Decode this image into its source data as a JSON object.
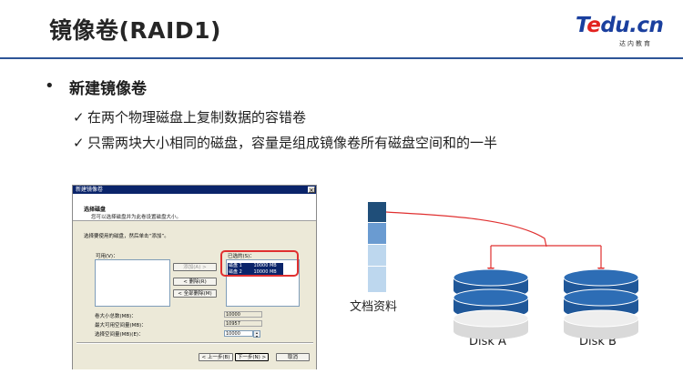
{
  "header": {
    "title": "镜像卷(RAID1)",
    "logo": {
      "word_prefix": "T",
      "word_accent": "e",
      "word_suffix": "du.cn",
      "subtitle": "达内教育"
    }
  },
  "content": {
    "bullet_marker": "•",
    "bullet": "新建镜像卷",
    "check_glyph": "✓",
    "points": [
      "在两个物理磁盘上复制数据的容错卷",
      "只需两块大小相同的磁盘，容量是组成镜像卷所有磁盘空间和的一半"
    ]
  },
  "dialog": {
    "title": "新建镜像卷",
    "close_glyph": "×",
    "heading": "选择磁盘",
    "subheading": "您可以选择磁盘并为此卷设置磁盘大小。",
    "instruction": "选择要使用的磁盘，然后单击“添加”。",
    "available_label": "可用(V)：",
    "selected_label": "已选的(S)：",
    "selected_items": [
      "磁盘 1        10000 MB",
      "磁盘 2        10000 MB"
    ],
    "buttons": {
      "add": "添加(A) >",
      "remove": "< 删除(R)",
      "remove_all": "< 全部删除(M)",
      "back": "< 上一步(B)",
      "next": "下一步(N) >",
      "cancel": "取消"
    },
    "fields": {
      "total_label": "卷大小总数(MB)：",
      "total_value": "10000",
      "max_label": "最大可用空间量(MB)：",
      "max_value": "10957",
      "select_label": "选择空间量(MB)(E)：",
      "select_value": "10000"
    }
  },
  "diagram": {
    "document_label": "文档资料",
    "disk_a_label": "Disk A",
    "disk_b_label": "Disk B",
    "colors": {
      "arrow": "#e03030",
      "disk_dark": "#1f5799",
      "disk_light": "#d9d9d9",
      "doc_dark": "#1f4e79",
      "doc_mid": "#6a9bd1",
      "doc_light": "#bdd7ee"
    }
  }
}
